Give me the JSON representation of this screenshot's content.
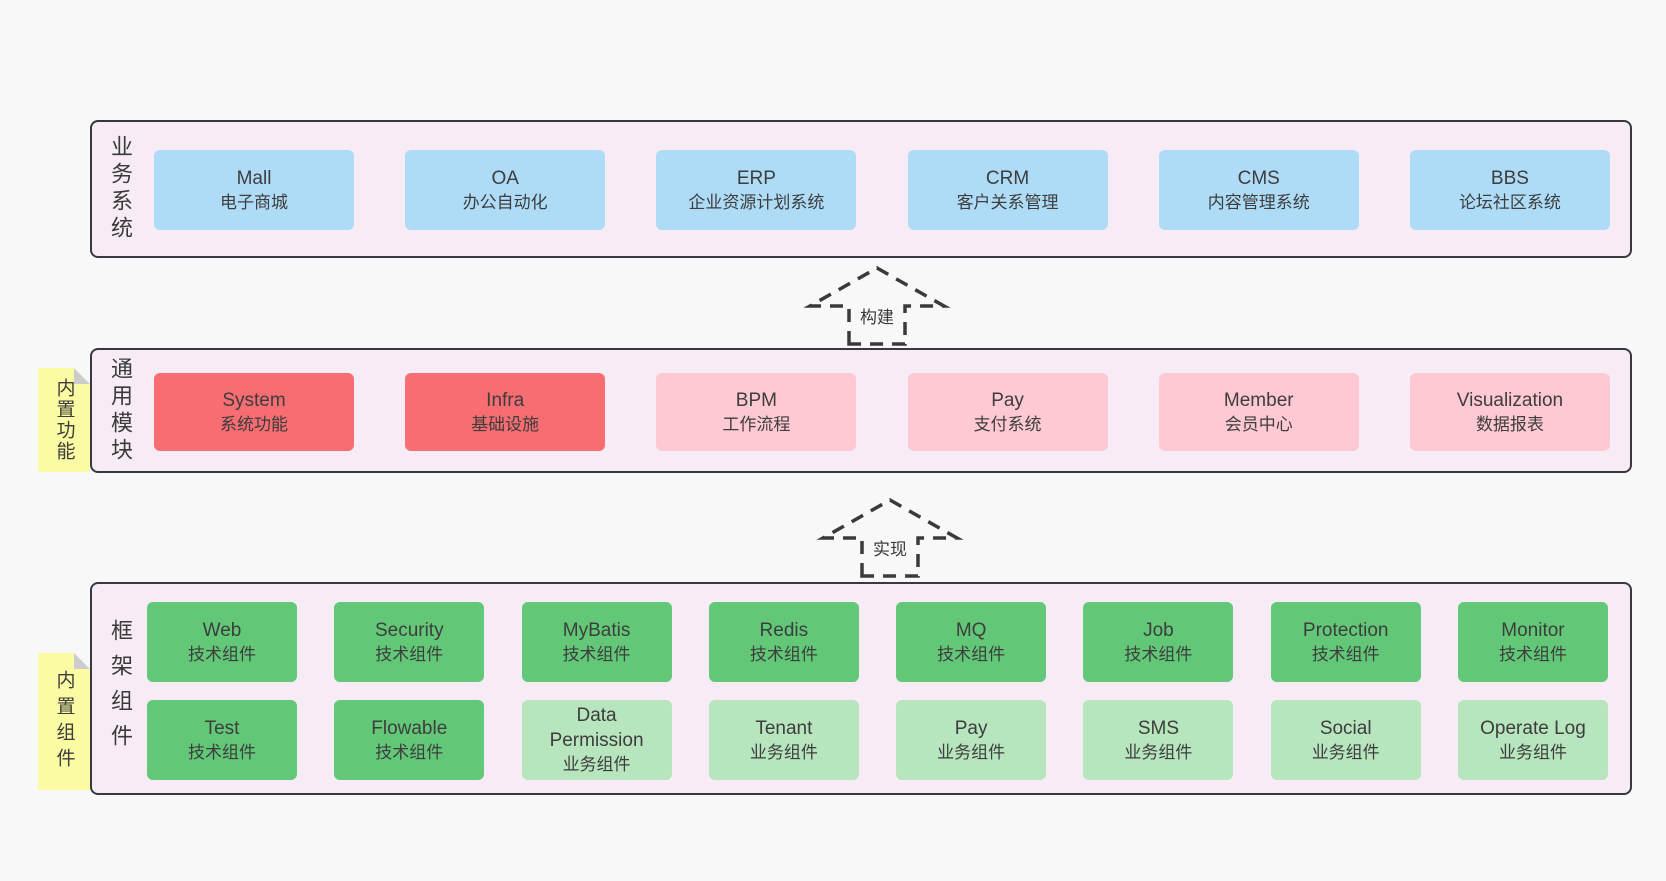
{
  "colors": {
    "page_bg": "#f8f8f8",
    "panel_bg": "#f7ecf5",
    "panel_border": "#383840",
    "text": "#3d3d3d",
    "blue": "#aedcf7",
    "red": "#f76d71",
    "pink": "#ffc9d3",
    "green": "#62c878",
    "light_green": "#b7e5bd",
    "sticky_yellow": "#fbfba3",
    "sticky_fold": "#cccccc",
    "arrow": "#3a3a3a"
  },
  "arrows": [
    {
      "label": "构建"
    },
    {
      "label": "实现"
    }
  ],
  "bands": [
    {
      "label": "业务系统",
      "note": "",
      "rows": [
        [
          {
            "title": "Mall",
            "subtitle": "电子商城",
            "type": "blue"
          },
          {
            "title": "OA",
            "subtitle": "办公自动化",
            "type": "blue"
          },
          {
            "title": "ERP",
            "subtitle": "企业资源计划系统",
            "type": "blue"
          },
          {
            "title": "CRM",
            "subtitle": "客户关系管理",
            "type": "blue"
          },
          {
            "title": "CMS",
            "subtitle": "内容管理系统",
            "type": "blue"
          },
          {
            "title": "BBS",
            "subtitle": "论坛社区系统",
            "type": "blue"
          }
        ]
      ]
    },
    {
      "label": "通用模块",
      "note": "内置功能",
      "rows": [
        [
          {
            "title": "System",
            "subtitle": "系统功能",
            "type": "red"
          },
          {
            "title": "Infra",
            "subtitle": "基础设施",
            "type": "red"
          },
          {
            "title": "BPM",
            "subtitle": "工作流程",
            "type": "pink"
          },
          {
            "title": "Pay",
            "subtitle": "支付系统",
            "type": "pink"
          },
          {
            "title": "Member",
            "subtitle": "会员中心",
            "type": "pink"
          },
          {
            "title": "Visualization",
            "subtitle": "数据报表",
            "type": "pink"
          }
        ]
      ]
    },
    {
      "label": "框架组件",
      "note": "内置组件",
      "rows": [
        [
          {
            "title": "Web",
            "subtitle": "技术组件",
            "type": "green"
          },
          {
            "title": "Security",
            "subtitle": "技术组件",
            "type": "green"
          },
          {
            "title": "MyBatis",
            "subtitle": "技术组件",
            "type": "green"
          },
          {
            "title": "Redis",
            "subtitle": "技术组件",
            "type": "green"
          },
          {
            "title": "MQ",
            "subtitle": "技术组件",
            "type": "green"
          },
          {
            "title": "Job",
            "subtitle": "技术组件",
            "type": "green"
          },
          {
            "title": "Protection",
            "subtitle": "技术组件",
            "type": "green"
          },
          {
            "title": "Monitor",
            "subtitle": "技术组件",
            "type": "green"
          }
        ],
        [
          {
            "title": "Test",
            "subtitle": "技术组件",
            "type": "green"
          },
          {
            "title": "Flowable",
            "subtitle": "技术组件",
            "type": "green"
          },
          {
            "title": "Data Permission",
            "subtitle": "业务组件",
            "type": "light-green"
          },
          {
            "title": "Tenant",
            "subtitle": "业务组件",
            "type": "light-green"
          },
          {
            "title": "Pay",
            "subtitle": "业务组件",
            "type": "light-green"
          },
          {
            "title": "SMS",
            "subtitle": "业务组件",
            "type": "light-green"
          },
          {
            "title": "Social",
            "subtitle": "业务组件",
            "type": "light-green"
          },
          {
            "title": "Operate Log",
            "subtitle": "业务组件",
            "type": "light-green"
          }
        ]
      ]
    }
  ]
}
